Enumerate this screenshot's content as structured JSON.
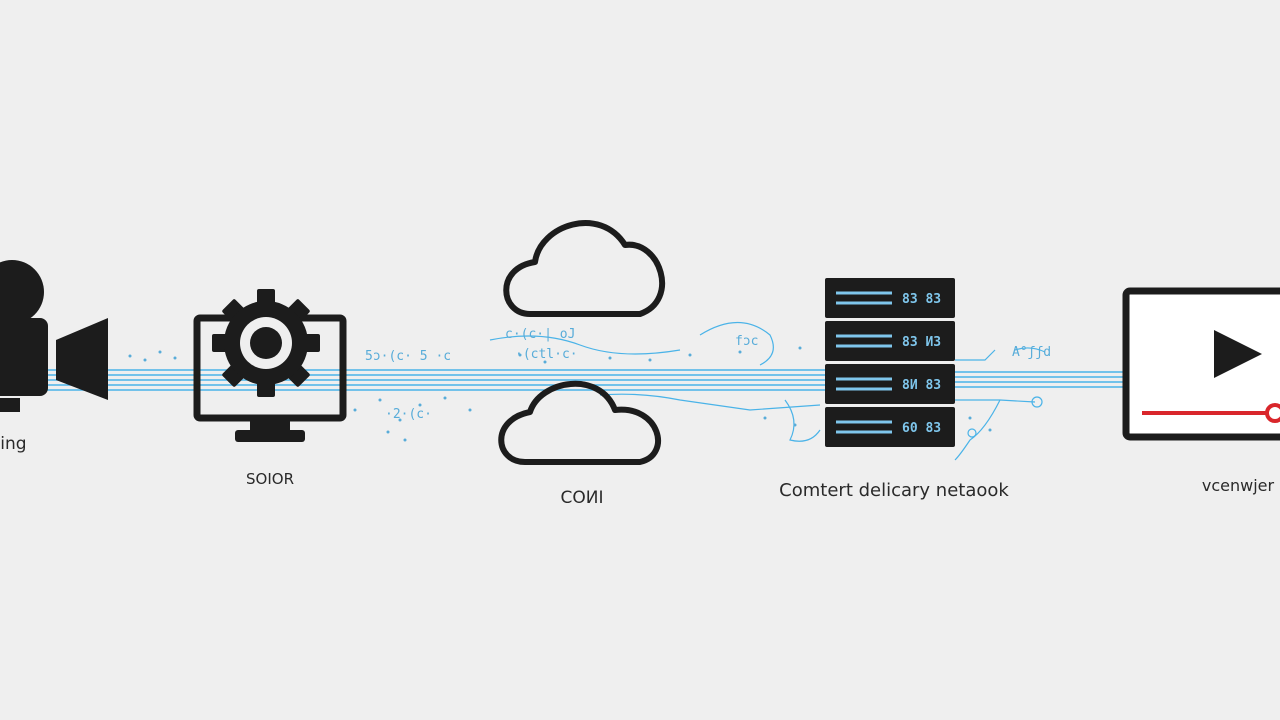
{
  "labels": {
    "camera": "ding",
    "encoder": "SOIOR",
    "cloud": "COИI",
    "cdn": "Comtert delicary netaook",
    "viewer": "vcenwjer"
  },
  "cdn_servers": [
    {
      "code": "83 83"
    },
    {
      "code": "83 ИЗ"
    },
    {
      "code": "8И 83"
    },
    {
      "code": "60 83"
    }
  ],
  "stream_scribbles": [
    "5ɔ·(c· 5 ·c",
    "c·(c·| oJ",
    "·(ctl·c·",
    "fɔc",
    "·2·(c·",
    "A°ʃʃd"
  ],
  "colors": {
    "background": "#efefef",
    "icon": "#1c1c1c",
    "stream": "#4ab3e8",
    "progress": "#d9262b"
  }
}
